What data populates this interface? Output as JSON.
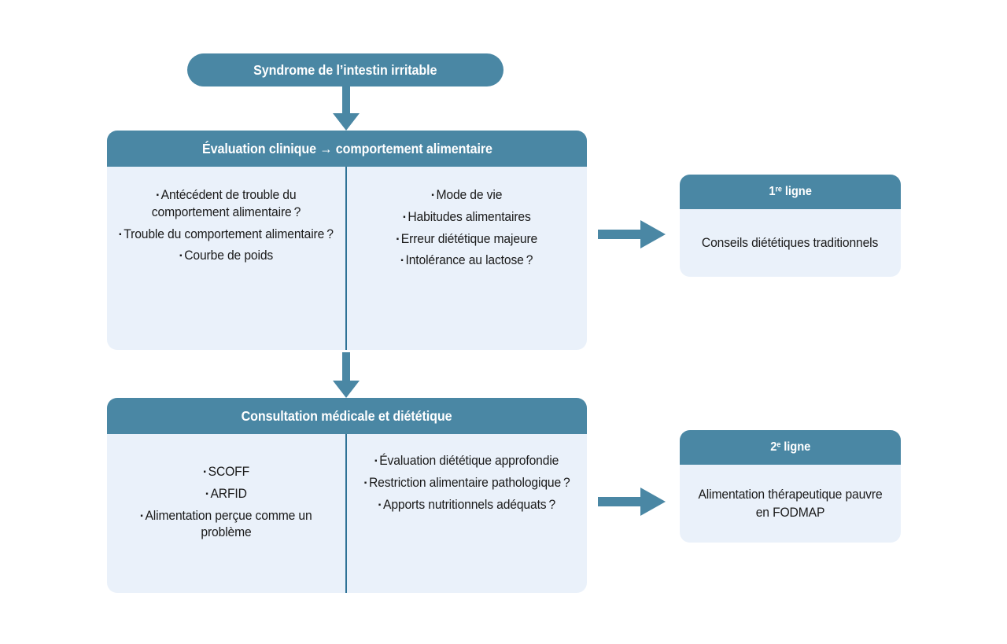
{
  "palette": {
    "header_blue": "#4A87A4",
    "body_blue": "#EAF1FA",
    "divider_blue": "#2E7296",
    "arrow_blue": "#4A87A4",
    "text_dark": "#1A1A1A",
    "page_background": "#FFFFFF"
  },
  "diagram": {
    "type": "flowchart",
    "language": "fr",
    "title": "Syndrome de l’intestin irritable"
  },
  "start": {
    "label": "Syndrome de l’intestin irritable"
  },
  "steps": [
    {
      "id": "evaluation-clinique",
      "header": "Évaluation clinique → comportement alimentaire",
      "left_column": [
        "Antécédent de trouble du comportement alimentaire ?",
        "Trouble du comportement alimentaire ?",
        "Courbe de poids"
      ],
      "right_column": [
        "Mode de vie",
        "Habitudes alimentaires",
        "Erreur diététique majeure",
        "Intolérance au lactose ?"
      ]
    },
    {
      "id": "consultation-medicale",
      "header": "Consultation médicale et diététique",
      "left_column": [
        "SCOFF",
        "ARFID",
        "Alimentation perçue comme un problème"
      ],
      "right_column": [
        "Évaluation diététique approfondie",
        "Restriction alimentaire pathologique ?",
        "Apports nutritionnels adéquats ?"
      ]
    }
  ],
  "outcomes": [
    {
      "id": "premiere-ligne",
      "header_prefix": "1",
      "header_sup": "re",
      "header_suffix": " ligne",
      "header_full": "1re ligne",
      "body": "Conseils diététiques traditionnels"
    },
    {
      "id": "deuxieme-ligne",
      "header_prefix": "2",
      "header_sup": "e",
      "header_suffix": " ligne",
      "header_full": "2e ligne",
      "body": "Alimentation thérapeutique pauvre en FODMAP"
    }
  ],
  "connectors": [
    {
      "id": "start-to-step1",
      "direction": "down"
    },
    {
      "id": "step1-to-step2",
      "direction": "down"
    },
    {
      "id": "step1-to-outcome1",
      "direction": "right"
    },
    {
      "id": "step2-to-outcome2",
      "direction": "right"
    }
  ]
}
